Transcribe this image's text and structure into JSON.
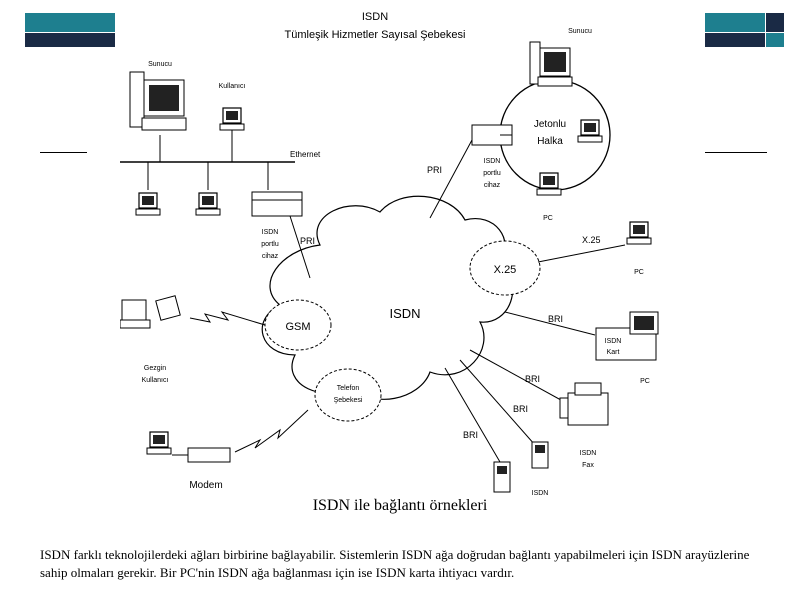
{
  "diagram": {
    "title_line1": "ISDN",
    "title_line2": "Tümleşik Hizmetler Sayısal Şebekesi",
    "center": "ISDN",
    "server_left": "Sunucu",
    "user_left": "Kullanıcı",
    "ethernet": "Ethernet",
    "isdn_device_line1": "ISDN",
    "isdn_device_line2": "portlu",
    "isdn_device_line3": "cihaz",
    "pri_left": "PRI",
    "pri_top": "PRI",
    "server_right": "Sunucu",
    "token_ring_line1": "Jetonlu",
    "token_ring_line2": "Halka",
    "pc_ring": "PC",
    "x25_cloud": "X.25",
    "x25_link": "X.25",
    "pc_x25": "PC",
    "gsm": "GSM",
    "mobile_user_line1": "Gezgin",
    "mobile_user_line2": "Kullanıcı",
    "bri_card": "BRI",
    "isdn_card_line1": "ISDN",
    "isdn_card_line2": "Kart",
    "pc_card": "PC",
    "phone_net_line1": "Telefon",
    "phone_net_line2": "Şebekesi",
    "bri_fax": "BRI",
    "isdn_fax_line1": "ISDN",
    "isdn_fax_line2": "Fax",
    "bri_phone": "BRI",
    "bri_phone2": "BRI",
    "isdn_phone": "ISDN",
    "modem": "Modem"
  },
  "caption": "ISDN ile bağlantı örnekleri",
  "description": "ISDN farklı teknolojilerdeki ağları birbirine bağlayabilir. Sistemlerin ISDN ağa doğrudan bağlantı yapabilmeleri için ISDN arayüzlerine sahip olmaları gerekir. Bir PC'nin ISDN ağa bağlanması için ise ISDN karta ihtiyacı vardır."
}
